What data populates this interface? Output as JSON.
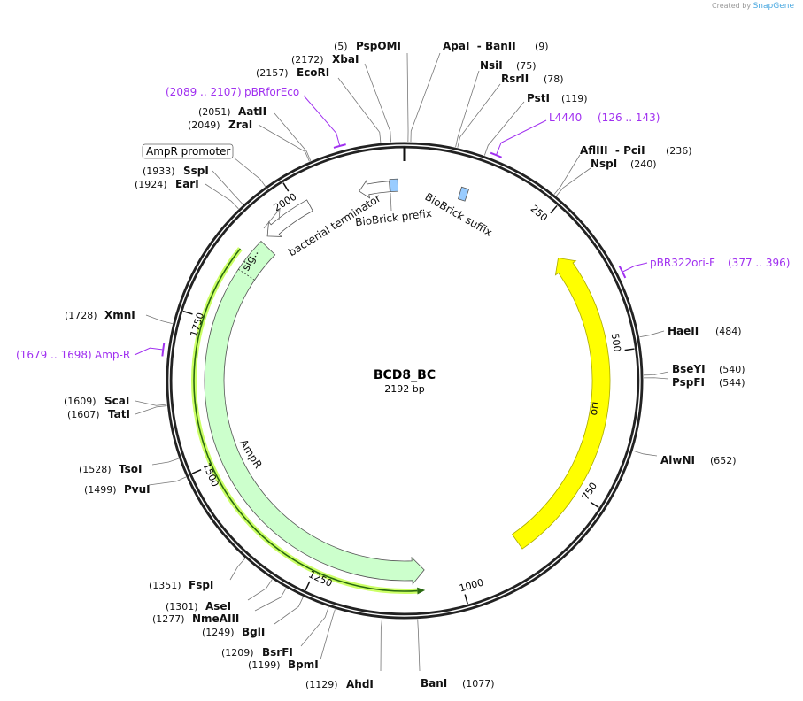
{
  "credit": {
    "prefix": "Created by",
    "brand": "SnapGene"
  },
  "plasmid": {
    "name": "BCD8_BC",
    "length_label": "2192 bp",
    "length": 2192
  },
  "colors": {
    "primer": "#a030f0",
    "ori": "#ffff00",
    "ampr": "#ccffcc",
    "biobrick": "#99ccff",
    "terminator": "#ffffff"
  },
  "ticks": [
    "250",
    "500",
    "750",
    "1000",
    "1250",
    "1500",
    "1750",
    "2000"
  ],
  "enzymes": [
    {
      "name": "PspOMI",
      "pos": 5,
      "label": "(5)"
    },
    {
      "name": "ApaI  - BanII",
      "pos": 9,
      "label": "(9)"
    },
    {
      "name": "NsiI",
      "pos": 75,
      "label": "(75)"
    },
    {
      "name": "RsrII",
      "pos": 78,
      "label": "(78)"
    },
    {
      "name": "PstI",
      "pos": 119,
      "label": "(119)"
    },
    {
      "name": "AflIII  - PciI",
      "pos": 236,
      "label": "(236)"
    },
    {
      "name": "NspI",
      "pos": 240,
      "label": "(240)"
    },
    {
      "name": "HaeII",
      "pos": 484,
      "label": "(484)"
    },
    {
      "name": "BseYI",
      "pos": 540,
      "label": "(540)"
    },
    {
      "name": "PspFI",
      "pos": 544,
      "label": "(544)"
    },
    {
      "name": "AlwNI",
      "pos": 652,
      "label": "(652)"
    },
    {
      "name": "BanI",
      "pos": 1077,
      "label": "(1077)"
    },
    {
      "name": "AhdI",
      "pos": 1129,
      "label": "(1129)"
    },
    {
      "name": "BpmI",
      "pos": 1199,
      "label": "(1199)"
    },
    {
      "name": "BsrFI",
      "pos": 1209,
      "label": "(1209)"
    },
    {
      "name": "BglI",
      "pos": 1249,
      "label": "(1249)"
    },
    {
      "name": "NmeAIII",
      "pos": 1277,
      "label": "(1277)"
    },
    {
      "name": "AseI",
      "pos": 1301,
      "label": "(1301)"
    },
    {
      "name": "FspI",
      "pos": 1351,
      "label": "(1351)"
    },
    {
      "name": "PvuI",
      "pos": 1499,
      "label": "(1499)"
    },
    {
      "name": "TsoI",
      "pos": 1528,
      "label": "(1528)"
    },
    {
      "name": "TatI",
      "pos": 1607,
      "label": "(1607)"
    },
    {
      "name": "ScaI",
      "pos": 1609,
      "label": "(1609)"
    },
    {
      "name": "XmnI",
      "pos": 1728,
      "label": "(1728)"
    },
    {
      "name": "EarI",
      "pos": 1924,
      "label": "(1924)"
    },
    {
      "name": "SspI",
      "pos": 1933,
      "label": "(1933)"
    },
    {
      "name": "ZraI",
      "pos": 2049,
      "label": "(2049)"
    },
    {
      "name": "AatII",
      "pos": 2051,
      "label": "(2051)"
    },
    {
      "name": "EcoRI",
      "pos": 2157,
      "label": "(2157)"
    },
    {
      "name": "XbaI",
      "pos": 2172,
      "label": "(2172)"
    }
  ],
  "primers": [
    {
      "name": "pBRforEco",
      "range": "(2089 .. 2107)",
      "start": 2089,
      "end": 2107
    },
    {
      "name": "L4440",
      "range": "(126 .. 143)",
      "start": 126,
      "end": 143
    },
    {
      "name": "pBR322ori-F",
      "range": "(377 .. 396)",
      "start": 377,
      "end": 396
    },
    {
      "name": "Amp-R",
      "range": "(1679 .. 1698)",
      "start": 1679,
      "end": 1698
    }
  ],
  "features": {
    "ori": {
      "label": "ori",
      "start": 313,
      "end": 883,
      "strand": "reverse"
    },
    "ampr": {
      "label": "AmpR",
      "start": 1060,
      "end": 1913,
      "strand": "reverse"
    },
    "sig": {
      "label": "sig…",
      "start": 1850,
      "end": 1913
    },
    "terminator": {
      "label": "bacterial terminator",
      "start": 1927,
      "end": 2019,
      "strand": "reverse"
    },
    "terminator2": {
      "start": 2110,
      "end": 2165,
      "strand": "reverse"
    },
    "biobrick_prefix": {
      "label": "BioBrick prefix",
      "start": 2166,
      "end": 2180
    },
    "biobrick_suffix": {
      "label": "BioBrick suffix",
      "start": 100,
      "end": 113
    },
    "ampr_promoter": {
      "label": "AmpR promoter"
    }
  }
}
